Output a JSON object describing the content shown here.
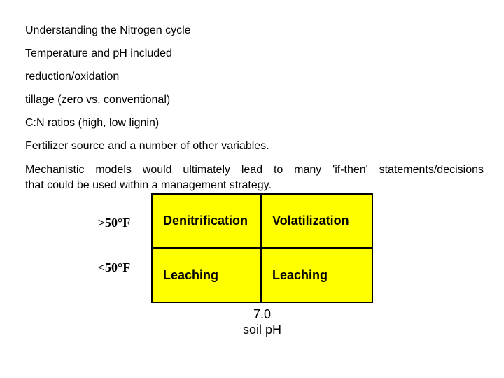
{
  "slide": {
    "colors": {
      "background": "#ffffff",
      "text": "#000000",
      "cell_fill": "#ffff00",
      "table_border": "#000000"
    },
    "body_lines": [
      "Understanding the Nitrogen cycle",
      "Temperature and pH included",
      "reduction/oxidation",
      "tillage (zero vs. conventional)",
      "C:N ratios (high, low lignin)",
      "Fertilizer source and a number of other variables."
    ],
    "justified_paragraph": {
      "line1": "Mechanistic models would ultimately lead to many 'if-then' statements/decisions",
      "line2": "that could be used within a management strategy."
    },
    "matrix": {
      "row_labels": [
        ">50°F",
        "<50°F"
      ],
      "rows": [
        [
          "Denitrification",
          "Volatilization"
        ],
        [
          "Leaching",
          "Leaching"
        ]
      ]
    },
    "caption": {
      "value": "7.0",
      "label": "soil pH"
    }
  }
}
